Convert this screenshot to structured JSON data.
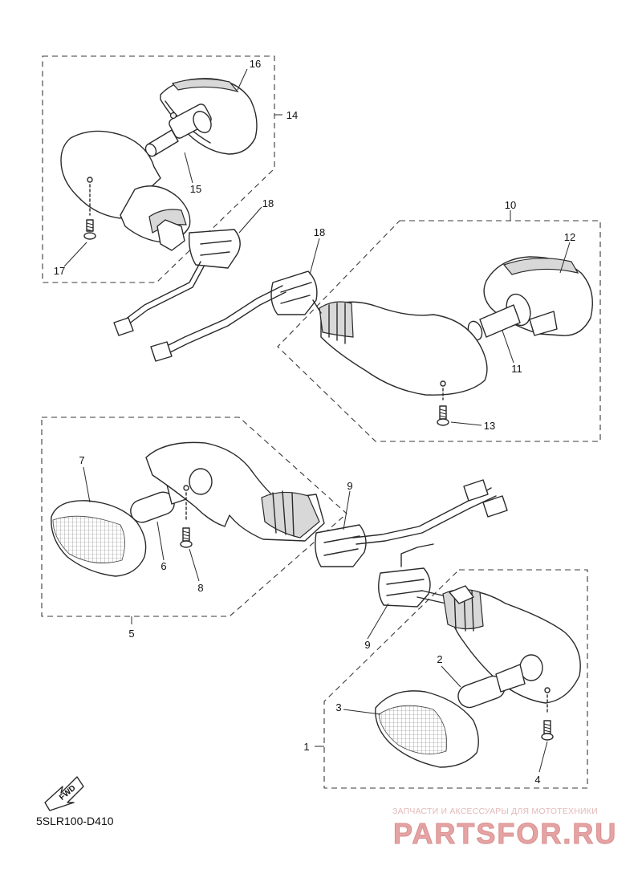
{
  "diagram_code": "5SLR100-D410",
  "fwd_label": "FWD",
  "callouts": {
    "c1": "1",
    "c2": "2",
    "c3": "3",
    "c4": "4",
    "c5": "5",
    "c6": "6",
    "c7": "7",
    "c8": "8",
    "c9a": "9",
    "c9b": "9",
    "c10": "10",
    "c11": "11",
    "c12": "12",
    "c13": "13",
    "c14": "14",
    "c15": "15",
    "c16": "16",
    "c17": "17",
    "c18a": "18",
    "c18b": "18"
  },
  "watermark": {
    "tagline": "ЗАПЧАСТИ И АКСЕССУАРЫ ДЛЯ МОТОТЕХНИКИ",
    "logo_text": "PARTSFOR.RU",
    "color": "#e6a3a3"
  }
}
